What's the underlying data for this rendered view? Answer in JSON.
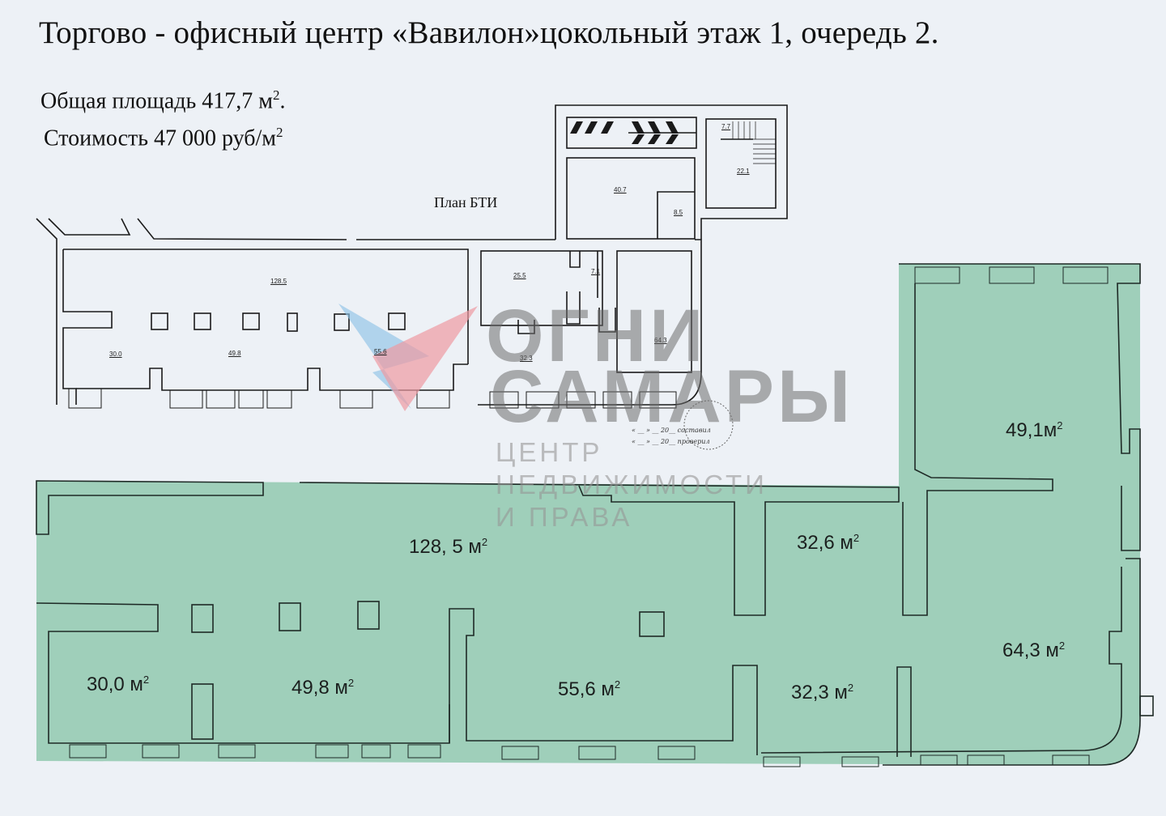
{
  "header": {
    "title": "Торгово - офисный центр «Вавилон»цокольный этаж 1, очередь 2.",
    "total_area_prefix": "Общая площадь 417,7 м",
    "total_area_suffix": ".",
    "price_prefix": "Стоимость 47 000 руб/м",
    "superscript": "2"
  },
  "bti_plan": {
    "label": "План БТИ",
    "room_numbers": [
      {
        "id": "r1285",
        "value": "128.5"
      },
      {
        "id": "r300",
        "value": "30.0"
      },
      {
        "id": "r498",
        "value": "49.8"
      },
      {
        "id": "r556",
        "value": "55.6"
      },
      {
        "id": "r255",
        "value": "25.5"
      },
      {
        "id": "r71",
        "value": "7.1"
      },
      {
        "id": "r323",
        "value": "32.3"
      },
      {
        "id": "r643",
        "value": "64.3"
      },
      {
        "id": "r407",
        "value": "40.7"
      },
      {
        "id": "r85",
        "value": "8.5"
      },
      {
        "id": "r77",
        "value": "7.7"
      },
      {
        "id": "r221",
        "value": "22.1"
      }
    ],
    "stamp_lines": [
      "« __ » __ 20__ составил",
      "« __ » __ 20__ проверил"
    ]
  },
  "colored_plan": {
    "fill_color": "#9fcfba",
    "rooms": [
      {
        "area": "128, 5 м",
        "sup": "2"
      },
      {
        "area": "30,0 м",
        "sup": "2"
      },
      {
        "area": "49,8 м",
        "sup": "2"
      },
      {
        "area": "55,6 м",
        "sup": "2"
      },
      {
        "area": "32,6 м",
        "sup": "2"
      },
      {
        "area": "32,3 м",
        "sup": "2"
      },
      {
        "area": "64,3 м",
        "sup": "2"
      },
      {
        "area": "49,1м",
        "sup": "2"
      }
    ]
  },
  "watermark": {
    "line1": "ОГНИ",
    "line2": "САМАРЫ",
    "line3": "ЦЕНТР",
    "line4": "НЕДВИЖИМОСТИ",
    "line5": "И ПРАВА",
    "logo_colors": [
      "#8fc3e6",
      "#ee9aa2"
    ]
  }
}
